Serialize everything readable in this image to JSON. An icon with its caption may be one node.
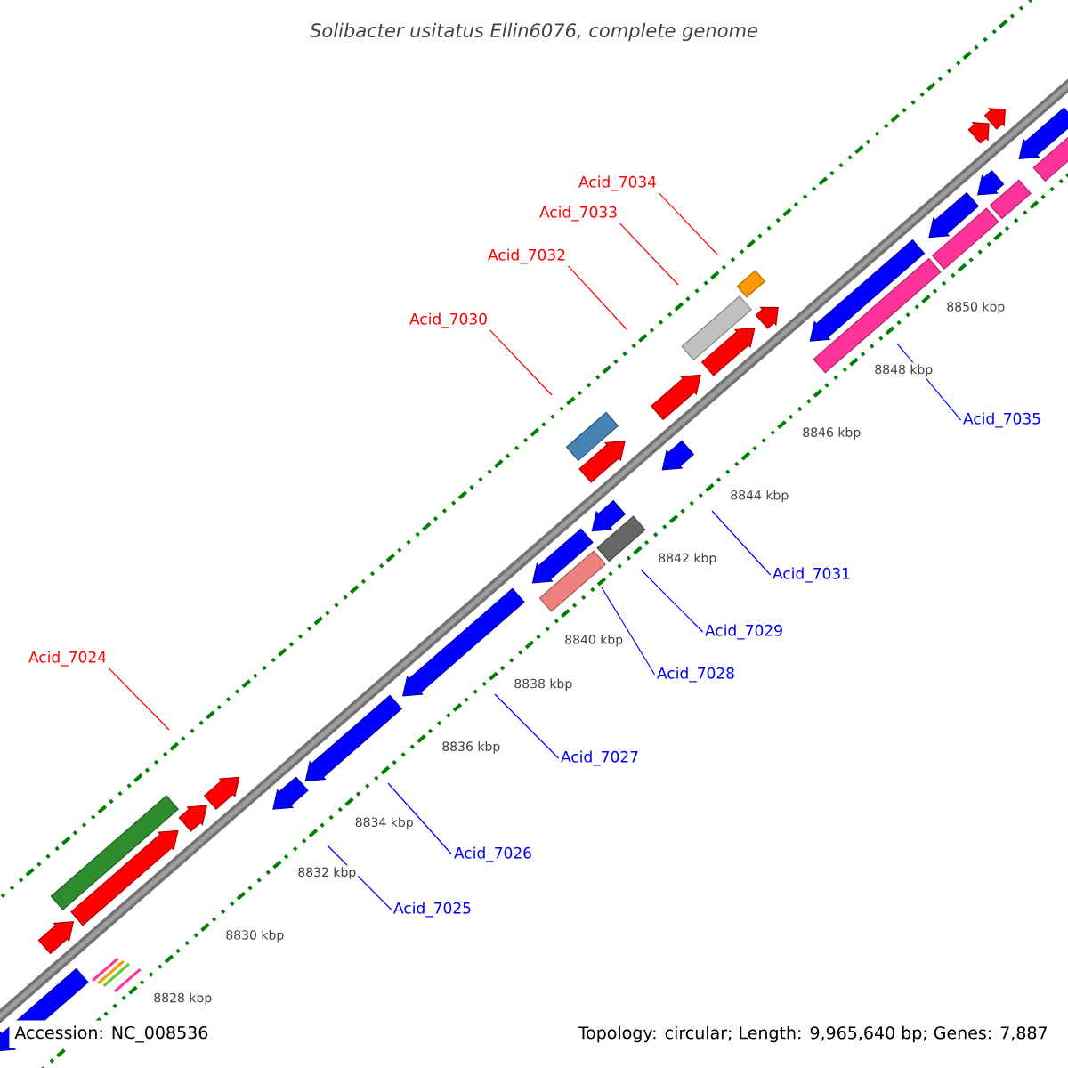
{
  "diagram": {
    "title": "Solibacter usitatus Ellin6076, complete genome",
    "nodes": [
      {
        "text": [
          "Acid_7034"
        ]
      },
      {
        "text": [
          "Acid_7033"
        ]
      },
      {
        "text": [
          "Acid_7032"
        ]
      },
      {
        "text": [
          "Acid_7030"
        ]
      },
      {
        "text": [
          "Acid_7035"
        ]
      },
      {
        "text": [
          "Acid_7031"
        ]
      },
      {
        "text": [
          "Acid_7029"
        ]
      },
      {
        "text": [
          "Acid_7024"
        ]
      },
      {
        "text": [
          "Acid_7028"
        ]
      },
      {
        "text": [
          "Acid_7027"
        ]
      },
      {
        "text": [
          "Acid_7026"
        ]
      },
      {
        "text": [
          "Acid_7025"
        ]
      }
    ],
    "edges": [
      {
        "from": 0,
        "to": null,
        "arrow": "none",
        "color": "#ff0000"
      },
      {
        "from": 1,
        "to": null,
        "arrow": "none",
        "color": "#ff0000"
      },
      {
        "from": 2,
        "to": null,
        "arrow": "none",
        "color": "#ff0000"
      },
      {
        "from": 3,
        "to": null,
        "arrow": "none",
        "color": "#ff0000"
      },
      {
        "from": 4,
        "to": null,
        "arrow": "none"
      },
      {
        "from": 5,
        "to": null,
        "arrow": "none"
      },
      {
        "from": 6,
        "to": null,
        "arrow": "none"
      },
      {
        "from": 7,
        "to": null,
        "arrow": "none",
        "color": "#ff0000"
      },
      {
        "from": 8,
        "to": null,
        "arrow": "none"
      },
      {
        "from": 9,
        "to": null,
        "arrow": "none"
      },
      {
        "from": 10,
        "to": null,
        "arrow": "none"
      },
      {
        "from": 11,
        "to": null,
        "arrow": "none"
      }
    ],
    "labels": [
      "8850 kbp",
      "8848 kbp",
      "8846 kbp",
      "8844 kbp",
      "8842 kbp",
      "8840 kbp",
      "8838 kbp",
      "8836 kbp",
      "8834 kbp",
      "8832 kbp",
      "8830 kbp",
      "8828 kbp",
      "Accession: NC_008536",
      "Topology: circular; Length: 9,965,640 bp; Genes: 7,887"
    ]
  }
}
